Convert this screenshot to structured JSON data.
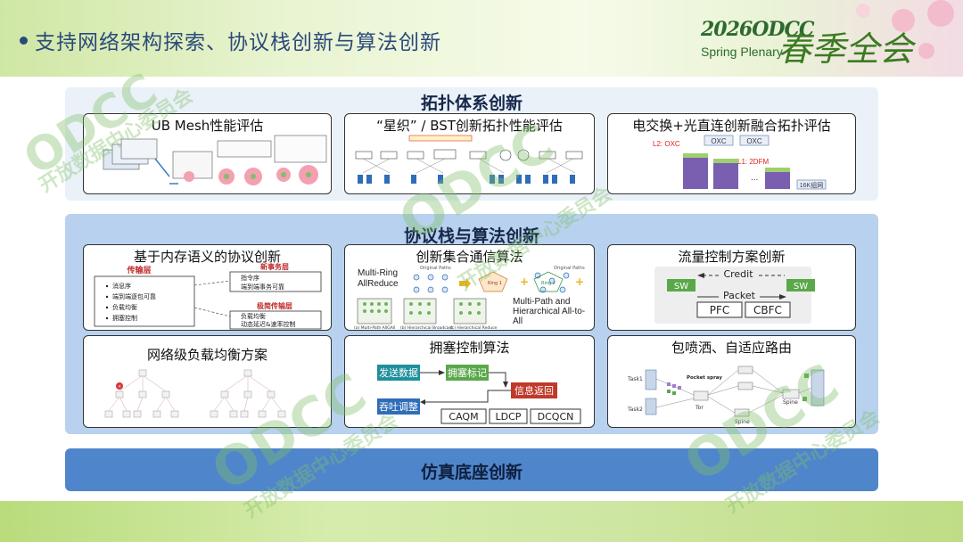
{
  "header": {
    "title": "支持网络架构探索、协议栈创新与算法创新",
    "logo_year": "2026ODCC",
    "logo_sub": "Spring Plenary",
    "logo_cn": "春季全会"
  },
  "sections": {
    "topology": {
      "title": "拓扑体系创新",
      "cards": {
        "ub_mesh": {
          "title": "UB Mesh性能评估"
        },
        "star": {
          "title": "“星织” / BST创新拓扑性能评估"
        },
        "ocs": {
          "title": "电交换+光直连创新融合拓扑评估",
          "labels": [
            "L2: OXC",
            "OXC",
            "OXC",
            "L1: 2DFM",
            "16K组网"
          ]
        }
      }
    },
    "protocol": {
      "title": "协议栈与算法创新",
      "cards": {
        "memory": {
          "title": "基于内存语义的协议创新",
          "transport_layer": "传输层",
          "transport_items": [
            "消息序",
            "端到端逐包可靠",
            "负载均衡",
            "拥塞控制"
          ],
          "transaction_layer": "新事务层",
          "transaction_items": [
            "指令序",
            "端到端事务可靠"
          ],
          "simple_layer": "极简传输层",
          "simple_items": [
            "负载均衡",
            "动态延迟&速率控制"
          ]
        },
        "collective": {
          "title": "创新集合通信算法",
          "ring_label": "Multi-Ring AllReduce",
          "path_label": "Multi-Path and Hierarchical All-to-All",
          "captions": [
            "(a) Multi-Path AllGAll",
            "(b) Hierarchical Broadcast",
            "(c) Hierarchical Reduce"
          ],
          "tags": [
            "Original Paths",
            "Original Paths",
            "Ring 1",
            "Ring 2"
          ]
        },
        "flow": {
          "title": "流量控制方案创新",
          "credit": "Credit",
          "packet": "Packet",
          "sw_left": "SW",
          "sw_right": "SW",
          "pfc": "PFC",
          "cbfc": "CBFC"
        },
        "lb": {
          "title": "网络级负载均衡方案"
        },
        "congestion": {
          "title": "拥塞控制算法",
          "send": "发送数据",
          "mark": "拥塞标记",
          "feedback": "信息返回",
          "adjust": "吞吐调整",
          "algos": [
            "CAQM",
            "LDCP",
            "DCQCN"
          ]
        },
        "spray": {
          "title": "包喷洒、自适应路由",
          "labels": [
            "Task1",
            "Task2",
            "Pocket spray",
            "Tor",
            "Spine",
            "Spine"
          ]
        }
      }
    },
    "simulation": {
      "title": "仿真底座创新"
    }
  },
  "watermark": {
    "brand": "ODCC",
    "text": "开放数据中心委员会"
  },
  "colors": {
    "section_light": "#eaf1f9",
    "section_mid": "#b8d1ee",
    "section_dark": "#4f86cb",
    "green": "#5aa84a",
    "teal": "#1f8f9c",
    "red": "#c0392b"
  }
}
